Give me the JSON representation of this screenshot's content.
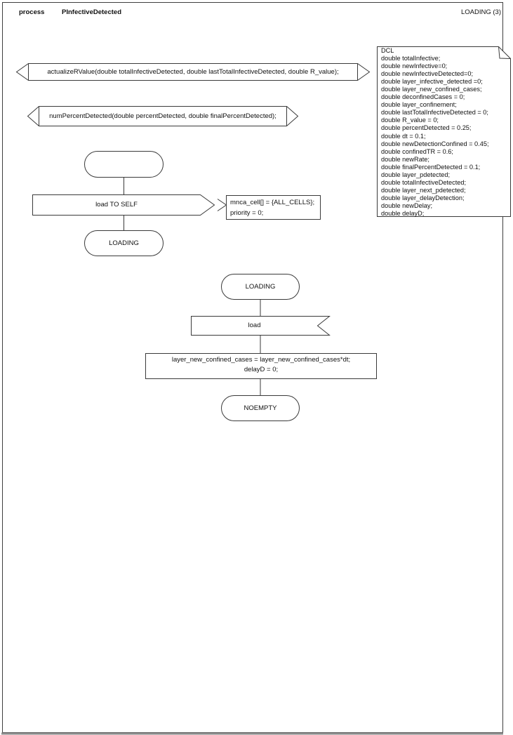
{
  "header": {
    "kind_label": "process",
    "process_name": "PInfectiveDetected",
    "page_label": "LOADING (3)"
  },
  "procedures": {
    "proc1": "actualizeRValue(double totalInfectiveDetected, double lastTotalInfectiveDetected, double R_value);",
    "proc2": "numPercentDetected(double percentDetected, double finalPercentDetected);"
  },
  "declarations": {
    "lines": [
      "DCL",
      "double totalInfective;",
      "double newInfective=0;",
      "double newInfectiveDetected=0;",
      "double layer_infective_detected =0;",
      "double layer_new_confined_cases;",
      "double deconfinedCases = 0;",
      "double layer_confinement;",
      "double lastTotalInfectiveDetected = 0;",
      "double R_value = 0;",
      "double percentDetected = 0.25;",
      "double dt = 0.1;",
      "double newDetectionConfined = 0.45;",
      "double confinedTR = 0.6;",
      "double newRate;",
      "double finalPercentDetected = 0.1;",
      "double layer_pdetected;",
      "double totalInfectiveDetected;",
      "double layer_next_pdetected;",
      "double layer_delayDetection;",
      "double newDelay;",
      "double delayD;"
    ]
  },
  "flow1": {
    "output_label": "load TO SELF",
    "comment_lines": [
      "mnca_cell[] = {ALL_CELLS};",
      "priority = 0;"
    ],
    "next_state": "LOADING"
  },
  "flow2": {
    "state": "LOADING",
    "input_label": "load",
    "task_lines": [
      "layer_new_confined_cases = layer_new_confined_cases*dt;",
      "delayD = 0;"
    ],
    "next_state": "NOEMPTY"
  },
  "colors": {
    "stroke": "#3a3a3a",
    "page_shadow": "#8c8c8c",
    "text": "#111111",
    "background": "#ffffff"
  }
}
